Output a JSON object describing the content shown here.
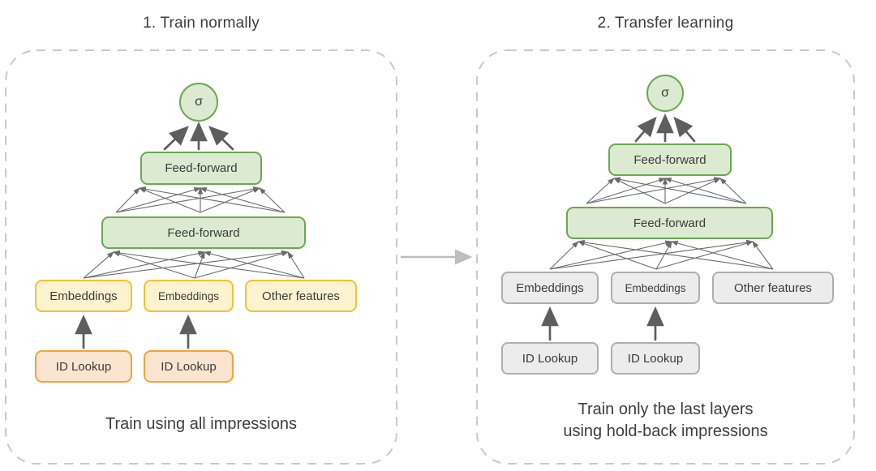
{
  "colors": {
    "green_fill": "#dcead2",
    "green_border": "#6aa84f",
    "yellow_fill": "#fdf3cf",
    "yellow_border": "#f1c232",
    "orange_fill": "#fbe5d0",
    "orange_border": "#f5a235",
    "gray_fill": "#ececec",
    "gray_border": "#aeaeae",
    "arrow_dark": "#5e5e5e",
    "arrow_thin": "#6a6a6a",
    "connector_arrow": "#bdbdbd",
    "panel_dash": "#c9c9c9",
    "text": "#3b3b3b"
  },
  "left_panel": {
    "title": "1. Train normally",
    "sigma": "σ",
    "feed_forward_top": "Feed-forward",
    "feed_forward_bottom": "Feed-forward",
    "embeddings_1": "Embeddings",
    "embeddings_2": "Embeddings",
    "other_features": "Other features",
    "id_lookup_1": "ID Lookup",
    "id_lookup_2": "ID Lookup",
    "caption": "Train using all impressions"
  },
  "right_panel": {
    "title": "2. Transfer learning",
    "sigma": "σ",
    "feed_forward_top": "Feed-forward",
    "feed_forward_bottom": "Feed-forward",
    "embeddings_1": "Embeddings",
    "embeddings_2": "Embeddings",
    "other_features": "Other features",
    "id_lookup_1": "ID Lookup",
    "id_lookup_2": "ID Lookup",
    "caption_line_1": "Train only the last layers",
    "caption_line_2": "using hold-back impressions"
  }
}
